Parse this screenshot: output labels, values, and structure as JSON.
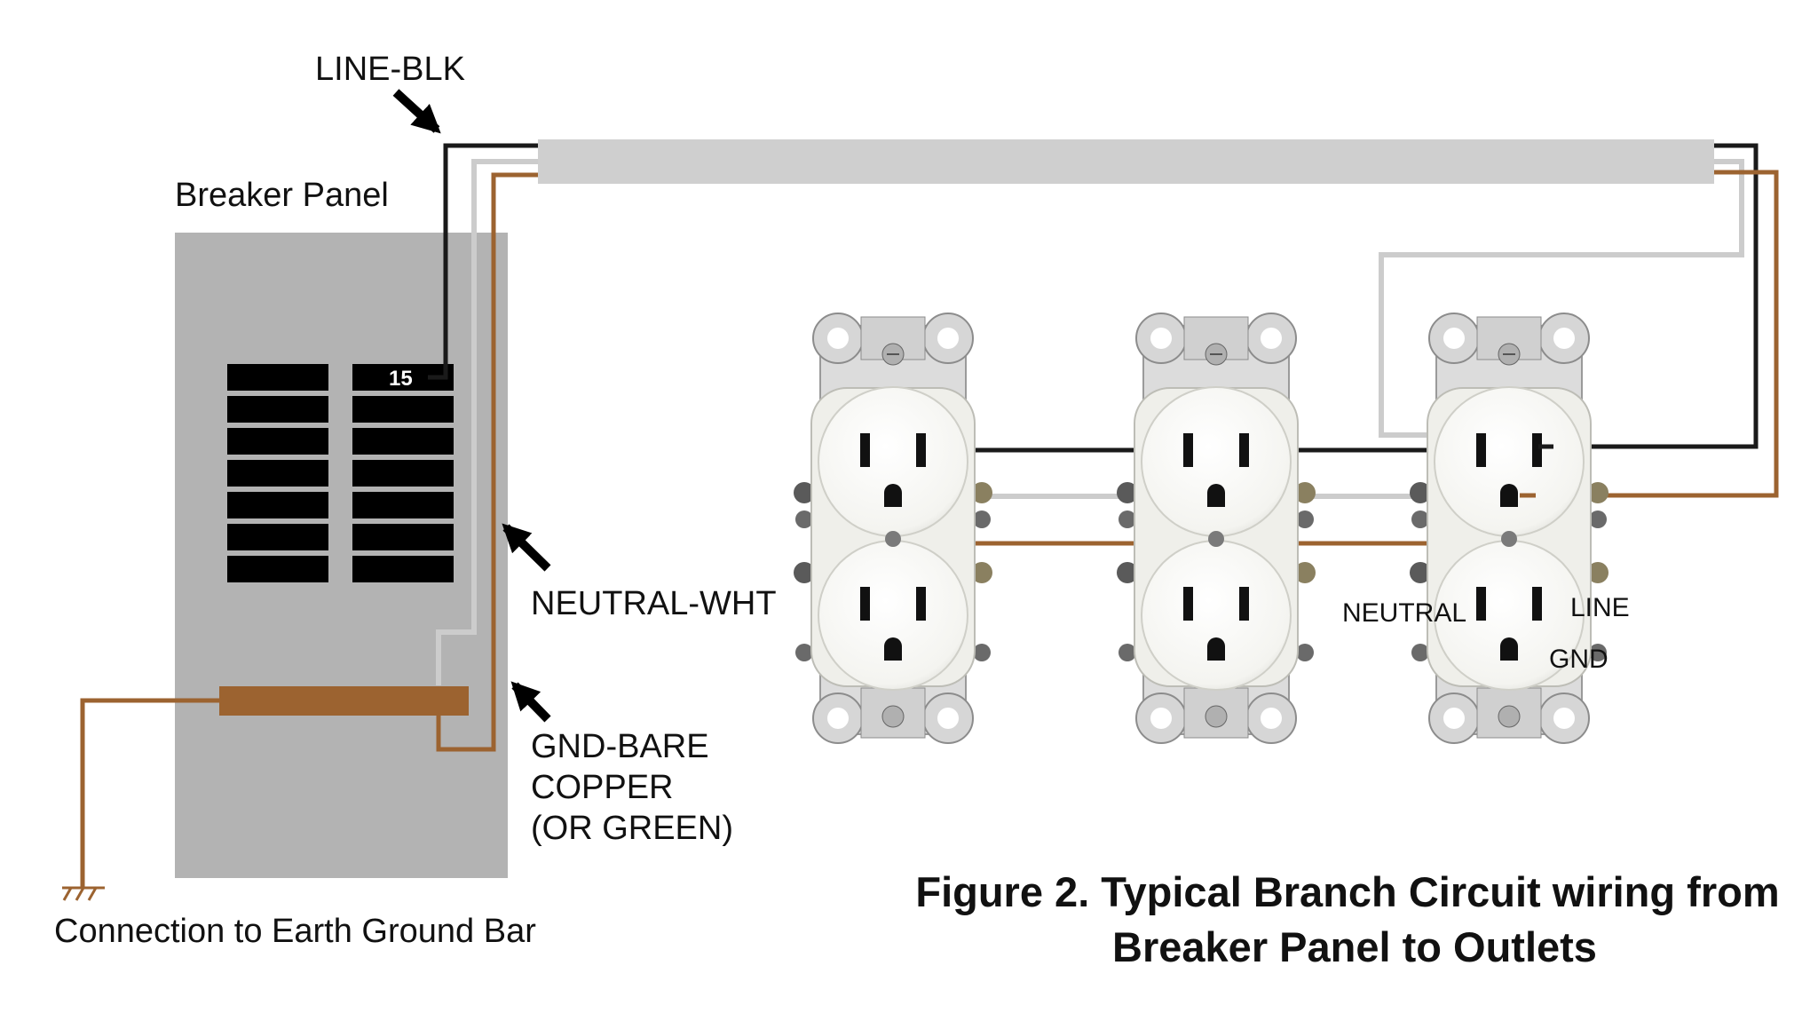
{
  "labels": {
    "line_blk": "LINE-BLK",
    "breaker_panel": "Breaker Panel",
    "breaker_number": "15",
    "neutral_wht": "NEUTRAL-WHT",
    "gnd_line1": "GND-BARE",
    "gnd_line2": "COPPER",
    "gnd_line3": "(OR GREEN)",
    "earth": "Connection to Earth Ground Bar",
    "outlet_neutral": "NEUTRAL",
    "outlet_line": "LINE",
    "outlet_gnd": "GND"
  },
  "caption": {
    "line1": "Figure 2. Typical Branch Circuit wiring from",
    "line2": "Breaker Panel to Outlets"
  },
  "colors": {
    "line_wire": "#1a1a1a",
    "neutral_wire": "#cccccc",
    "ground_wire": "#9c6330",
    "conduit": "#cfcfcf",
    "panel": "#b3b3b3",
    "breaker": "#000000",
    "outlet": "#ffffff"
  }
}
